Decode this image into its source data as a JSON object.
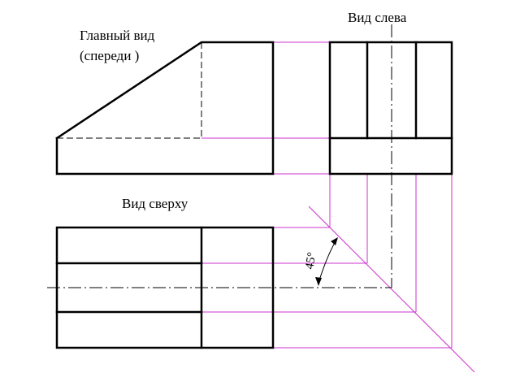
{
  "labels": {
    "front_view_line1": "Главный вид",
    "front_view_line2": "(спереди )",
    "left_view": "Вид слева",
    "top_view": "Вид сверху",
    "angle": "45°"
  },
  "colors": {
    "outline": "#000000",
    "projection_lines": "#cc33cc",
    "background": "#ffffff"
  }
}
